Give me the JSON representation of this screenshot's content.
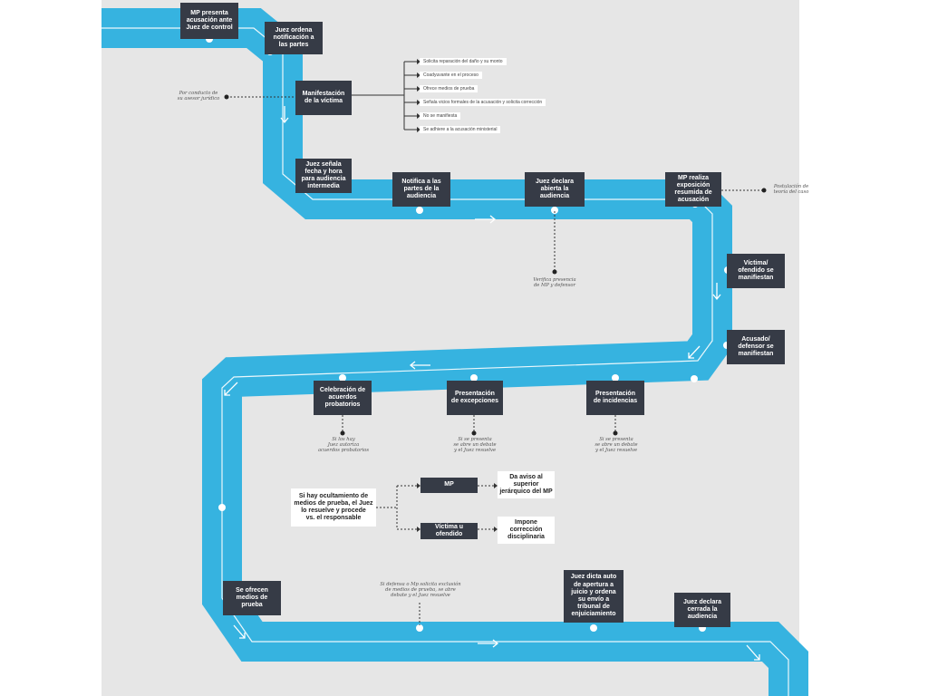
{
  "colors": {
    "background": "#e6e6e6",
    "river": "#36b3e0",
    "box": "#363b46",
    "box_text": "#ffffff",
    "marker": "#ffffff"
  },
  "steps": {
    "mp_presenta": "MP presenta\nacusación ante\nJuez de control",
    "juez_ordena": "Juez ordena\nnotificación a\nlas partes",
    "manifestacion": "Manifestación\nde la víctima",
    "juez_senala": "Juez señala\nfecha y hora\npara audiencia\nintermedia",
    "notifica": "Notifica a las\npartes de la\naudiencia",
    "declara_abierta": "Juez declara\nabierta la\naudiencia",
    "mp_realiza": "MP realiza\nexposición\nresumida de\nacusación",
    "victima_ofendido": "Víctima/\nofendido se\nmanifiestan",
    "acusado_defensor": "Acusado/\ndefensor se\nmanifiestan",
    "celebracion": "Celebración de\nacuerdos\nprobatorios",
    "excepciones": "Presentación\nde excepciones",
    "incidencias": "Presentación\nde incidencias",
    "ocultamiento": "Si hay ocultamiento de\nmedios de prueba, el Juez\nlo resuelve y procede\nvs. el responsable",
    "mp": "MP",
    "victima_u_ofendido": "Víctima u\nofendido",
    "da_aviso": "Da aviso al\nsuperior\njerárquico del MP",
    "impone": "Impone\ncorrección\ndisciplinaria",
    "ofrecen_medios": "Se ofrecen\nmedios de\nprueba",
    "dicta_auto": "Juez dicta auto\nde apertura a\njuicio y ordena\nsu envío a\ntribunal de\nenjuiciamiento",
    "declara_cerrada": "Juez declara\ncerrada la\naudiencia"
  },
  "victim_options": [
    "Solicita reparación del daño y su monto",
    "Coadyuvante en el proceso",
    "Ofrece medios de prueba",
    "Señala vicios formales de la acusación y solicita corrección",
    "No se manifiesta",
    "Se adhiere a la acusación ministerial"
  ],
  "notes": {
    "asesor": "Por conducto de\nsu asesor jurídico",
    "postulacion": "Postulación de\nteoría del caso",
    "verifica": "Verifica presencia\nde MP y defensor",
    "acuerdos": "Si los hay\nJuez autoriza\nacuerdos probatorios",
    "excepciones": "Si se presenta\nse abre un debate\ny el Juez resuelve",
    "incidencias": "Si se presenta\nse abre un debate\ny el Juez resuelve",
    "exclusion": "Si defensa o Mp solicita exclusión\nde medios de prueba, se abre\ndebate  y el Juez resuelve"
  }
}
